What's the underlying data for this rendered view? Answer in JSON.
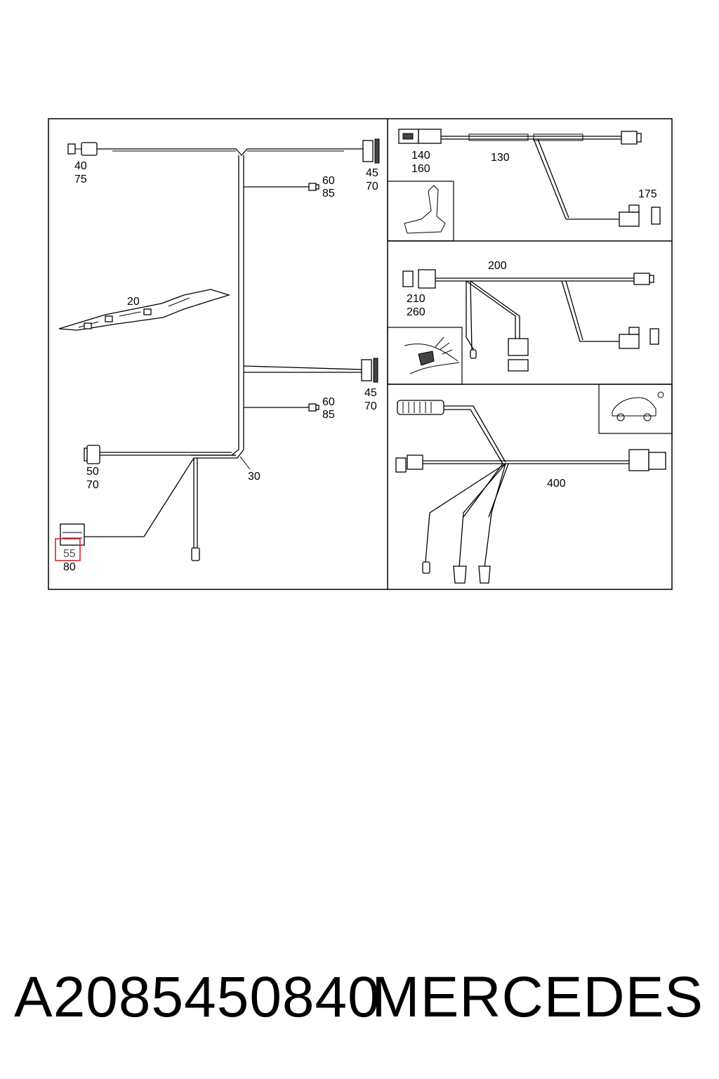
{
  "diagram": {
    "callouts": {
      "c40": "40",
      "c75": "75",
      "c45a": "45",
      "c70a": "70",
      "c60a": "60",
      "c85a": "85",
      "c20": "20",
      "c45b": "45",
      "c70b": "70",
      "c60b": "60",
      "c85b": "85",
      "c50": "50",
      "c70c": "70",
      "c30": "30",
      "c55": "55",
      "c80": "80",
      "c140": "140",
      "c160": "160",
      "c130": "130",
      "c175": "175",
      "c200": "200",
      "c210": "210",
      "c260": "260",
      "c400": "400"
    },
    "highlight_color": "#d9232e"
  },
  "footer": {
    "part_number": "A2085450840",
    "brand": "MERCEDES"
  }
}
